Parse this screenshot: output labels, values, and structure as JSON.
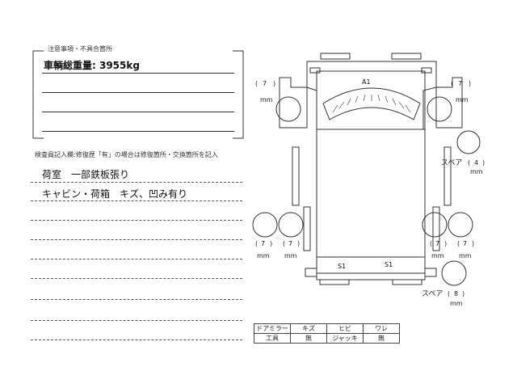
{
  "notes_title": "注意事項・不具合箇所",
  "gross_weight": "車輌総重量:  3955kg",
  "inspector_title": "検査員記入欄:修復歴「有」の場合は修復箇所・交換箇所を記入",
  "inspector_lines": [
    "荷室　一部鉄板張り",
    "キャビン・荷箱　キズ、凹み有り"
  ],
  "diagram": {
    "marks": {
      "a1": "A1",
      "s1_left": "S1",
      "s1_right": "S1"
    },
    "tires": [
      {
        "id": "front-left",
        "value": "7",
        "unit": "mm"
      },
      {
        "id": "front-right",
        "value": "7",
        "unit": "mm"
      },
      {
        "id": "rear-left-outer",
        "value": "7",
        "unit": "mm"
      },
      {
        "id": "rear-left-inner",
        "value": "7",
        "unit": "mm"
      },
      {
        "id": "rear-right-inner",
        "value": "7",
        "unit": "mm"
      },
      {
        "id": "rear-right-outer",
        "value": "7",
        "unit": "mm"
      }
    ],
    "spares": [
      {
        "label": "スペア",
        "value": "4",
        "unit": "mm"
      },
      {
        "label": "スペア",
        "value": "8",
        "unit": "mm"
      }
    ]
  },
  "equipment": {
    "header": [
      "ドアミラー",
      "キズ",
      "ヒビ",
      "ワレ"
    ],
    "row": [
      "工具",
      "無",
      "ジャッキ",
      "無"
    ]
  }
}
